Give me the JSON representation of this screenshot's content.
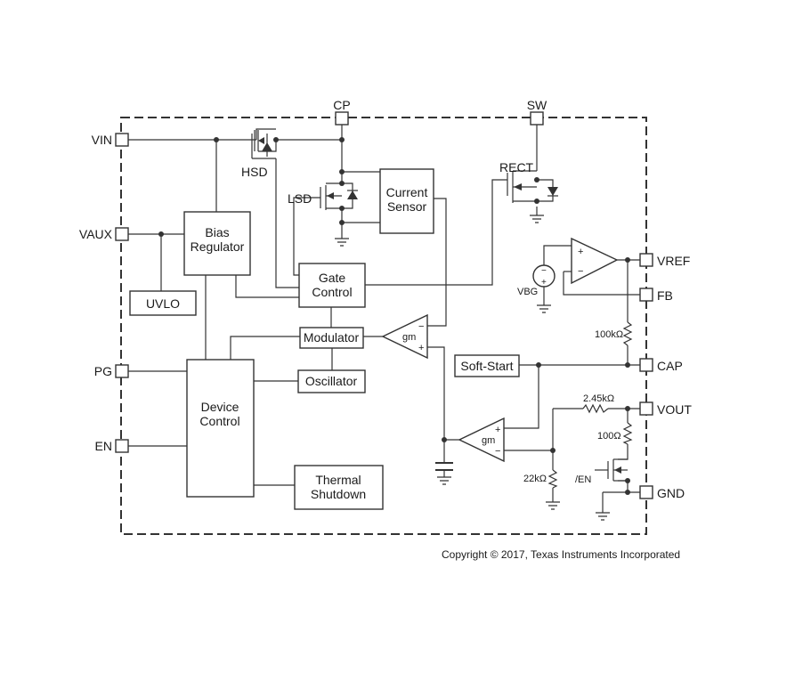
{
  "pins": {
    "vin": "VIN",
    "vaux": "VAUX",
    "pg": "PG",
    "en": "EN",
    "cp": "CP",
    "sw": "SW",
    "vref": "VREF",
    "fb": "FB",
    "cap": "CAP",
    "vout": "VOUT",
    "gnd": "GND"
  },
  "blocks": {
    "bias_regulator": [
      "Bias",
      "Regulator"
    ],
    "uvlo": "UVLO",
    "gate_control": [
      "Gate",
      "Control"
    ],
    "current_sensor": [
      "Current",
      "Sensor"
    ],
    "modulator": "Modulator",
    "oscillator": "Oscillator",
    "device_control": [
      "Device",
      "Control"
    ],
    "thermal_shutdown": [
      "Thermal",
      "Shutdown"
    ],
    "soft_start": "Soft-Start"
  },
  "labels": {
    "hsd": "HSD",
    "lsd": "LSD",
    "rect": "RECT",
    "vbg": "VBG",
    "gm_upper": "gm",
    "gm_lower": "gm",
    "r_100k": "100kΩ",
    "r_2_45k": "2.45kΩ",
    "r_100": "100Ω",
    "r_22k": "22kΩ",
    "en_bar": "/EN",
    "plus": "+",
    "minus": "−"
  },
  "copyright": "Copyright © 2017, Texas Instruments Incorporated"
}
